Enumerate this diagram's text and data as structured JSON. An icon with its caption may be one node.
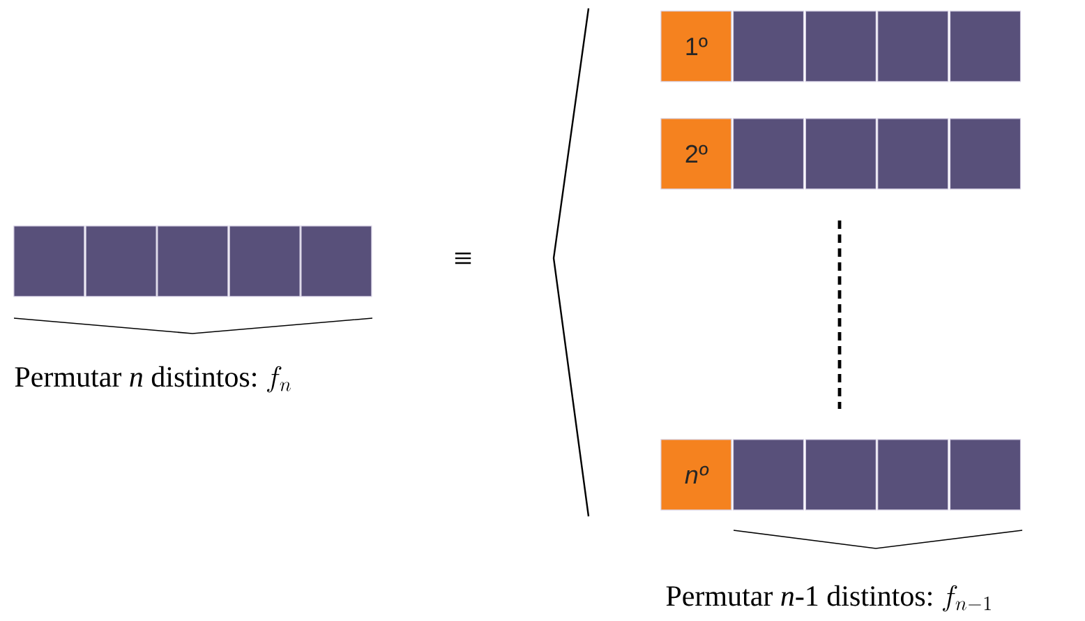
{
  "diagram": {
    "nodes": [
      {
        "text": [],
        "shape": "box"
      },
      {
        "text": [],
        "shape": "box"
      },
      {
        "text": [],
        "shape": "box"
      },
      {
        "text": [],
        "shape": "box"
      },
      {
        "text": [],
        "shape": "box"
      },
      {
        "text": [
          "1º"
        ]
      },
      {
        "text": [],
        "shape": "box"
      },
      {
        "text": [],
        "shape": "box"
      },
      {
        "text": [],
        "shape": "box"
      },
      {
        "text": [],
        "shape": "box"
      },
      {
        "text": [
          "2º"
        ]
      },
      {
        "text": [],
        "shape": "box"
      },
      {
        "text": [],
        "shape": "box"
      },
      {
        "text": [],
        "shape": "box"
      },
      {
        "text": [],
        "shape": "box"
      },
      {
        "text": [
          "nº"
        ]
      },
      {
        "text": [],
        "shape": "box"
      },
      {
        "text": [],
        "shape": "box"
      },
      {
        "text": [],
        "shape": "box"
      },
      {
        "text": [],
        "shape": "box"
      }
    ],
    "labels": [
      "≡",
      "Permutar *n* distintos:",
      "f_n",
      "Permutar *n*-1 distintos:",
      "f_{n-1}"
    ]
  }
}
